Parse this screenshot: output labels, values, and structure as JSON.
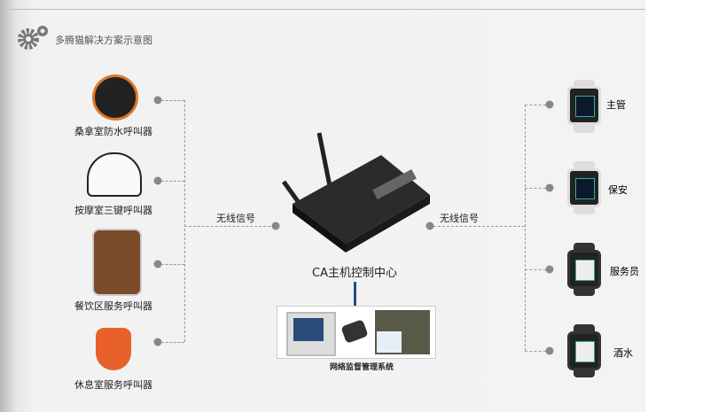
{
  "title": "多腾猫解决方案示意图",
  "left_devices": [
    {
      "label": "桑拿室防水呼叫器"
    },
    {
      "label": "按摩室三键呼叫器"
    },
    {
      "label": "餐饮区服务呼叫器"
    },
    {
      "label": "休息室服务呼叫器"
    }
  ],
  "left_link_label": "无线信号",
  "right_link_label": "无线信号",
  "hub_label": "CA主机控制中心",
  "monitor_label": "网络监督管理系统",
  "right_devices": [
    {
      "label": "主管"
    },
    {
      "label": "保安"
    },
    {
      "label": "服务员"
    },
    {
      "label": "酒水"
    }
  ]
}
